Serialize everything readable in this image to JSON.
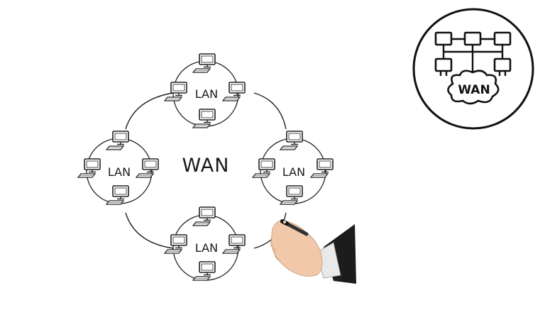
{
  "diagram": {
    "center_label": "WAN",
    "lan_labels": [
      "LAN",
      "LAN",
      "LAN",
      "LAN"
    ]
  },
  "wan_icon": {
    "label": "WAN"
  }
}
